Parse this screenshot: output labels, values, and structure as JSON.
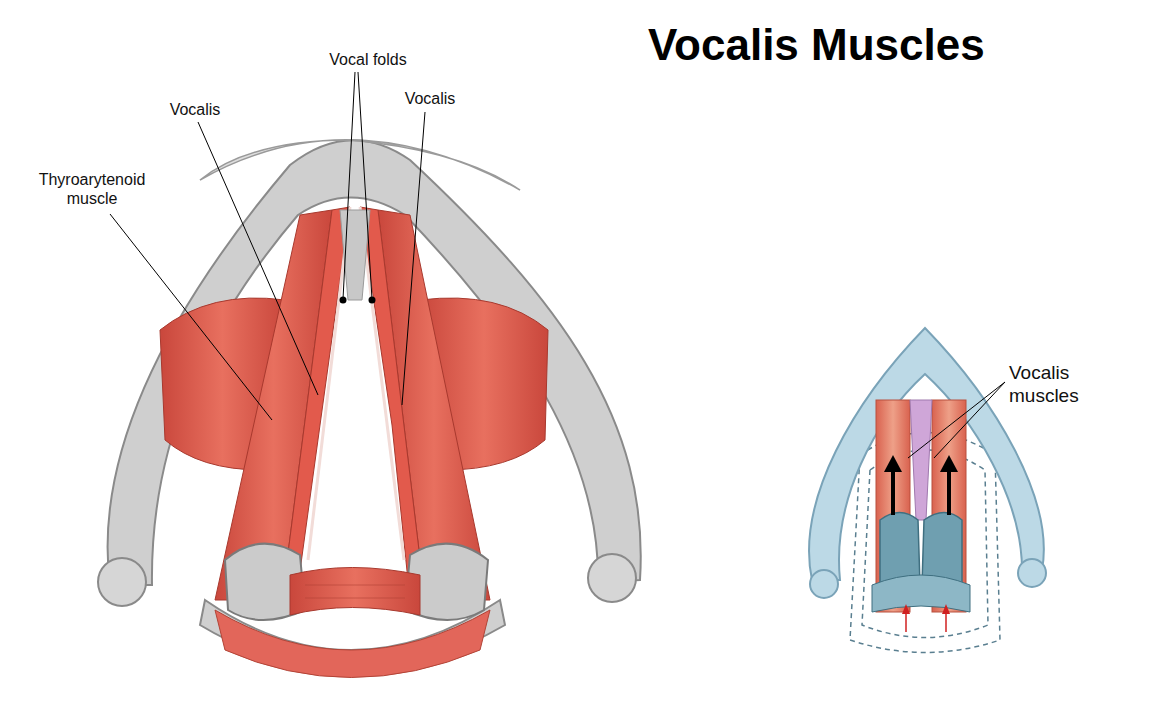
{
  "diagram": {
    "title": "Vocalis Muscles",
    "labels": [
      "Vocal folds",
      "Vocalis",
      "Vocalis",
      "Thyroarytenoid muscle",
      "Vocalis muscles"
    ]
  }
}
